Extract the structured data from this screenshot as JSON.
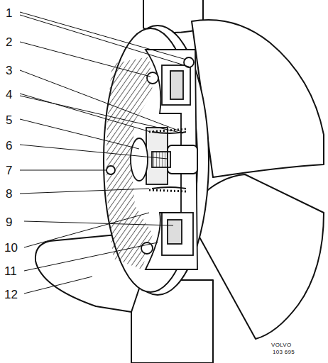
{
  "diagram": {
    "labels": [
      "1",
      "2",
      "3",
      "4",
      "5",
      "6",
      "7",
      "8",
      "9",
      "10",
      "11",
      "12",
      "VOLVO",
      "103 695"
    ]
  }
}
